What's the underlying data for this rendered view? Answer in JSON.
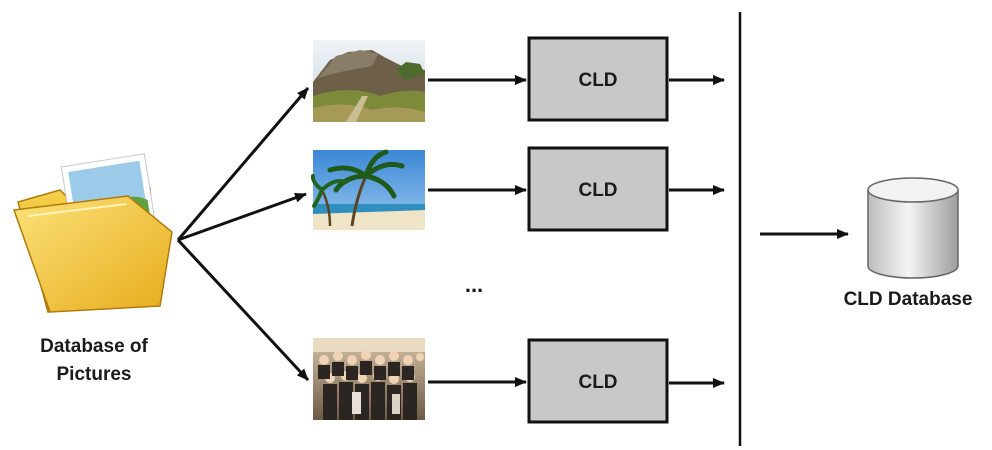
{
  "source": {
    "caption_lines": [
      "Database of",
      "Pictures"
    ]
  },
  "blocks": [
    {
      "label": "CLD",
      "photo": "mountain-landscape"
    },
    {
      "label": "CLD",
      "photo": "palm-beach"
    },
    {
      "label": "CLD",
      "photo": "group-of-people"
    }
  ],
  "ellipsis": "...",
  "target": {
    "caption": "CLD Database",
    "icon": "database-cylinder-icon"
  },
  "colors": {
    "block_fill": "#c8c8c8",
    "folder": "#f3c531",
    "cylinder": "#e6e6e6"
  }
}
